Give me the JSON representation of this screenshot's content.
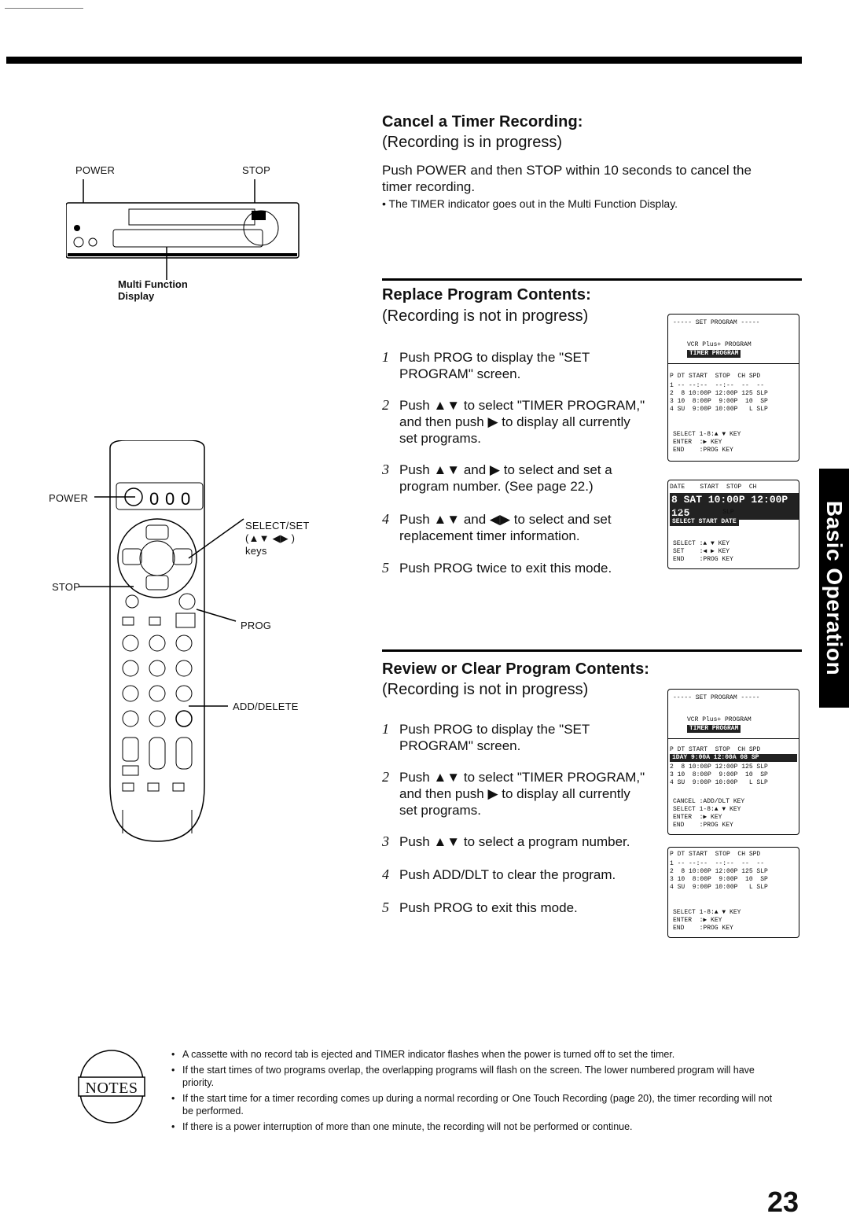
{
  "cancel": {
    "title": "Cancel a Timer Recording:",
    "subtitle": "(Recording is in progress)",
    "body": "Push POWER and then STOP within 10 seconds to cancel the timer recording.",
    "bullet": "• The TIMER indicator goes out in the Multi Function Display.",
    "fig_labels": {
      "power": "POWER",
      "stop": "STOP",
      "display": "Multi Function\nDisplay"
    }
  },
  "replace": {
    "title": "Replace Program Contents:",
    "subtitle": "(Recording is not in progress)",
    "steps": [
      {
        "num": "1",
        "text": "Push PROG to display the \"SET PROGRAM\" screen."
      },
      {
        "num": "2",
        "text": "Push ▲▼ to select \"TIMER PROGRAM,\" and then push ▶ to display all currently set programs."
      },
      {
        "num": "3",
        "text": "Push ▲▼ and ▶ to select and set a program number. (See page 22.)"
      },
      {
        "num": "4",
        "text": "Push ▲▼ and ◀▶ to select and set replacement timer information."
      },
      {
        "num": "5",
        "text": "Push PROG twice to exit this mode."
      }
    ]
  },
  "review": {
    "title": "Review or Clear Program Contents:",
    "subtitle": "(Recording is not in progress)",
    "steps": [
      {
        "num": "1",
        "text": "Push PROG to display the \"SET PROGRAM\" screen."
      },
      {
        "num": "2",
        "text": "Push ▲▼ to select \"TIMER PROGRAM,\" and then push ▶ to display all currently set programs."
      },
      {
        "num": "3",
        "text": "Push ▲▼ to select a program number."
      },
      {
        "num": "4",
        "text": "Push ADD/DLT to clear the program."
      },
      {
        "num": "5",
        "text": "Push PROG to exit this mode."
      }
    ]
  },
  "remote_labels": {
    "power": "POWER",
    "stop": "STOP",
    "select_set": "SELECT/SET",
    "select_keys": "(▲▼ ◀▶ )",
    "keys": "keys",
    "prog": "PROG",
    "add_delete": "ADD/DELETE"
  },
  "osd": {
    "s1": {
      "header": "----- SET PROGRAM -----",
      "vcr": "VCR Plus+ PROGRAM",
      "timer": "TIMER PROGRAM",
      "cols": "P DT START  STOP  CH SPD",
      "r1": "1 -- --:--  --:--  --  --",
      "r2": "2  8 10:00P 12:00P 125 SLP",
      "r3": "3 10  8:00P  9:00P  10  SP",
      "r4": "4 SU  9:00P 10:00P   L SLP",
      "k1": "SELECT 1-8:▲ ▼ KEY",
      "k2": "ENTER  :▶ KEY",
      "k3": "END    :PROG KEY"
    },
    "s2": {
      "head": "DATE    START  STOP  CH",
      "big": "8 SAT 10:00P 12:00P 125",
      "marks": "/\\/\\          SLP",
      "sel": "SELECT START DATE",
      "k1": "SELECT :▲ ▼ KEY",
      "k2": "SET    :◀ ▶ KEY",
      "k3": "END    :PROG KEY"
    },
    "s3": {
      "header": "----- SET PROGRAM -----",
      "vcr": "VCR Plus+ PROGRAM",
      "timer": "TIMER PROGRAM",
      "cols": "P DT START  STOP  CH SPD",
      "r1": "1DAY  9:00A 12:00A 08 SP",
      "r2": "2  8 10:00P 12:00P 125 SLP",
      "r3": "3 10  8:00P  9:00P  10  SP",
      "r4": "4 SU  9:00P 10:00P   L SLP",
      "k0": "CANCEL :ADD/DLT KEY",
      "k1": "SELECT 1-8:▲ ▼ KEY",
      "k2": "ENTER  :▶ KEY",
      "k3": "END    :PROG KEY"
    },
    "s4": {
      "cols": "P DT START  STOP  CH SPD",
      "r1": "1 -- --:--  --:--  --  --",
      "r2": "2  8 10:00P 12:00P 125 SLP",
      "r3": "3 10  8:00P  9:00P  10  SP",
      "r4": "4 SU  9:00P 10:00P   L SLP",
      "k1": "SELECT 1-8:▲ ▼ KEY",
      "k2": "ENTER  :▶ KEY",
      "k3": "END    :PROG KEY"
    }
  },
  "side_tab": "Basic Operation",
  "notes": {
    "badge": "NOTES",
    "items": [
      "A cassette with no record tab is ejected and TIMER indicator flashes when the power is turned off to set the timer.",
      "If the start times of two programs overlap, the overlapping programs will flash on the screen. The lower numbered program will have priority.",
      "If the start time for a timer recording comes up during a normal recording or One Touch Recording (page 20), the timer recording will not be performed.",
      "If there is a power interruption of more than one minute, the recording will not be performed or continue."
    ]
  },
  "page_number": "23"
}
